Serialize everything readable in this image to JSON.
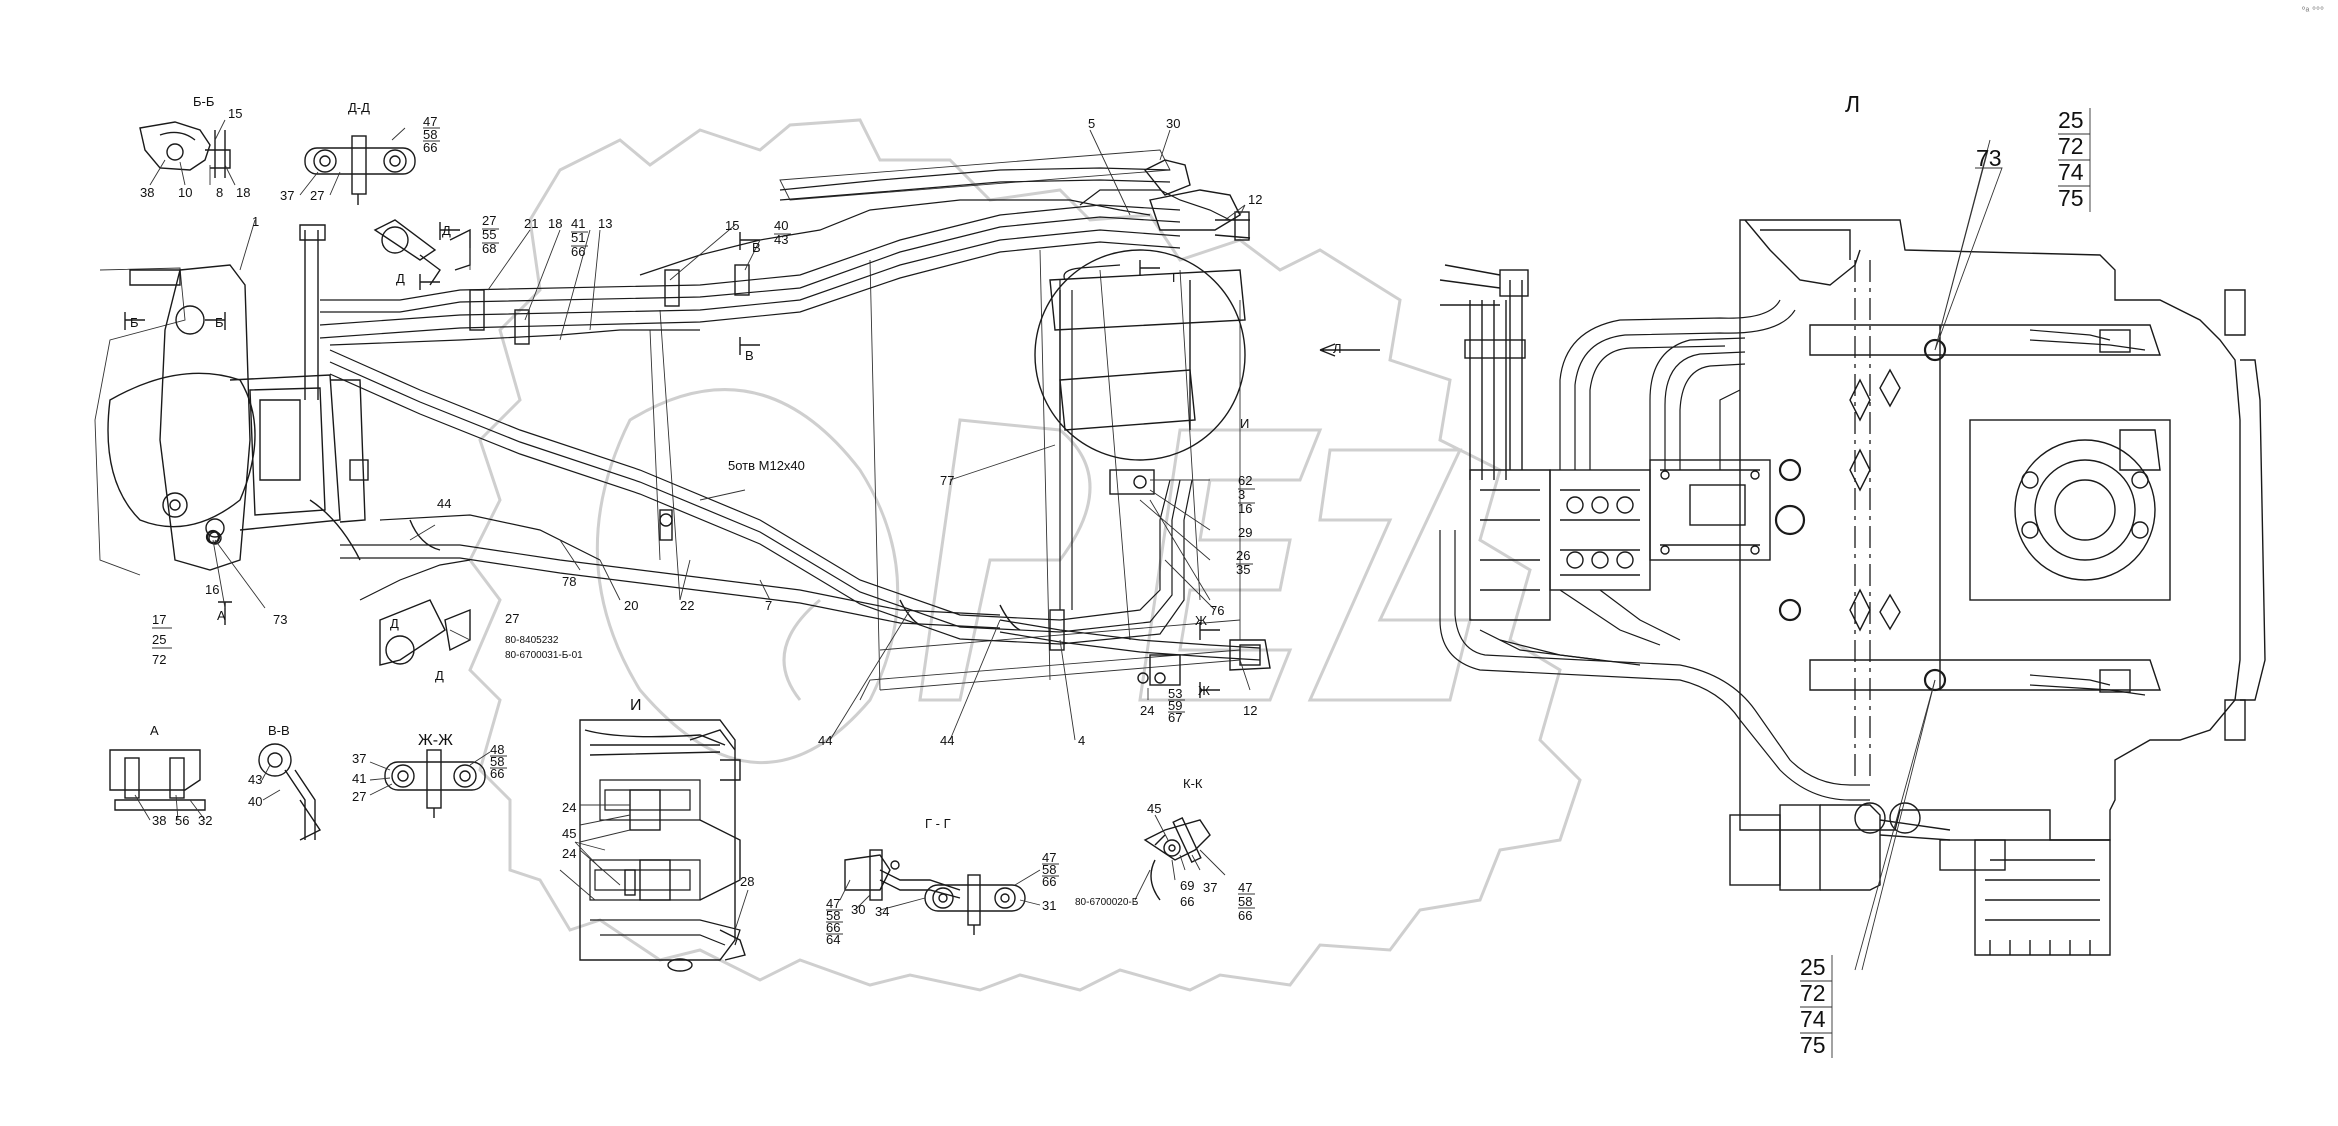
{
  "corner_glyph": "°ᵃ °°°",
  "sections": {
    "bb": "Б-Б",
    "dd": "Д-Д",
    "a": "А",
    "vv": "В-В",
    "zhzh": "Ж-Ж",
    "i": "И",
    "gg": "Г - Г",
    "kk": "К-К",
    "l": "Л"
  },
  "main_view": {
    "cut_marks": [
      "Б",
      "Б",
      "Д",
      "Д",
      "А",
      "В",
      "В",
      "Г",
      "Ж",
      "Ж",
      "Д",
      "Д",
      "И",
      "Л"
    ],
    "thread_note": "5отв М12х40",
    "part_number_1": "80-8405232",
    "part_number_2": "80-6700031-Б-01",
    "callouts_main": {
      "c1": "1",
      "c5": "5",
      "c30": "30",
      "c12a": "12",
      "c15": "15",
      "c40": "40",
      "c43": "43",
      "c27": "27",
      "c55": "55",
      "c68": "68",
      "c21": "21",
      "c18": "18",
      "c41": "41",
      "c51": "51",
      "c66": "66",
      "c13": "13",
      "c44a": "44",
      "c78": "78",
      "c20": "20",
      "c22": "22",
      "c7": "7",
      "c77": "77",
      "c62": "62",
      "c3": "3",
      "c16a": "16",
      "c29": "29",
      "c26": "26",
      "c35": "35",
      "c76": "76",
      "c27b": "27",
      "c44b": "44",
      "c44c": "44",
      "c4": "4",
      "c24": "24",
      "c53": "53",
      "c59": "59",
      "c67": "67",
      "c12b": "12",
      "c16b": "16",
      "c17": "17",
      "c25": "25",
      "c72": "72",
      "c73": "73"
    }
  },
  "section_bb_callouts": {
    "c15": "15",
    "c38": "38",
    "c10": "10",
    "c8": "8",
    "c18": "18"
  },
  "section_dd_callouts": {
    "c47": "47",
    "c58": "58",
    "c66": "66",
    "c37": "37",
    "c27": "27"
  },
  "section_a_callouts": {
    "c38": "38",
    "c56": "56",
    "c32": "32"
  },
  "section_vv_callouts": {
    "c43": "43",
    "c40": "40"
  },
  "section_zhzh_callouts": {
    "c37": "37",
    "c41": "41",
    "c27": "27",
    "c48": "48",
    "c58": "58",
    "c66": "66"
  },
  "section_i_callouts": {
    "c24a": "24",
    "c45": "45",
    "c24b": "24",
    "c28": "28"
  },
  "section_gg_callouts": {
    "c47a": "47",
    "c58a": "58",
    "c66a": "66",
    "c47b": "47",
    "c58b": "58",
    "c66b": "66",
    "c64": "64",
    "c30": "30",
    "c34": "34",
    "c31": "31"
  },
  "section_kk_callouts": {
    "c45": "45",
    "c69": "69",
    "c66": "66",
    "c37": "37",
    "c47": "47",
    "c58": "58",
    "c66b": "66",
    "part_number": "80-6700020-Б"
  },
  "view_l_callouts": {
    "top_stack": [
      "25",
      "72",
      "74",
      "75"
    ],
    "c73": "73",
    "bottom_stack": [
      "25",
      "72",
      "74",
      "75"
    ]
  }
}
